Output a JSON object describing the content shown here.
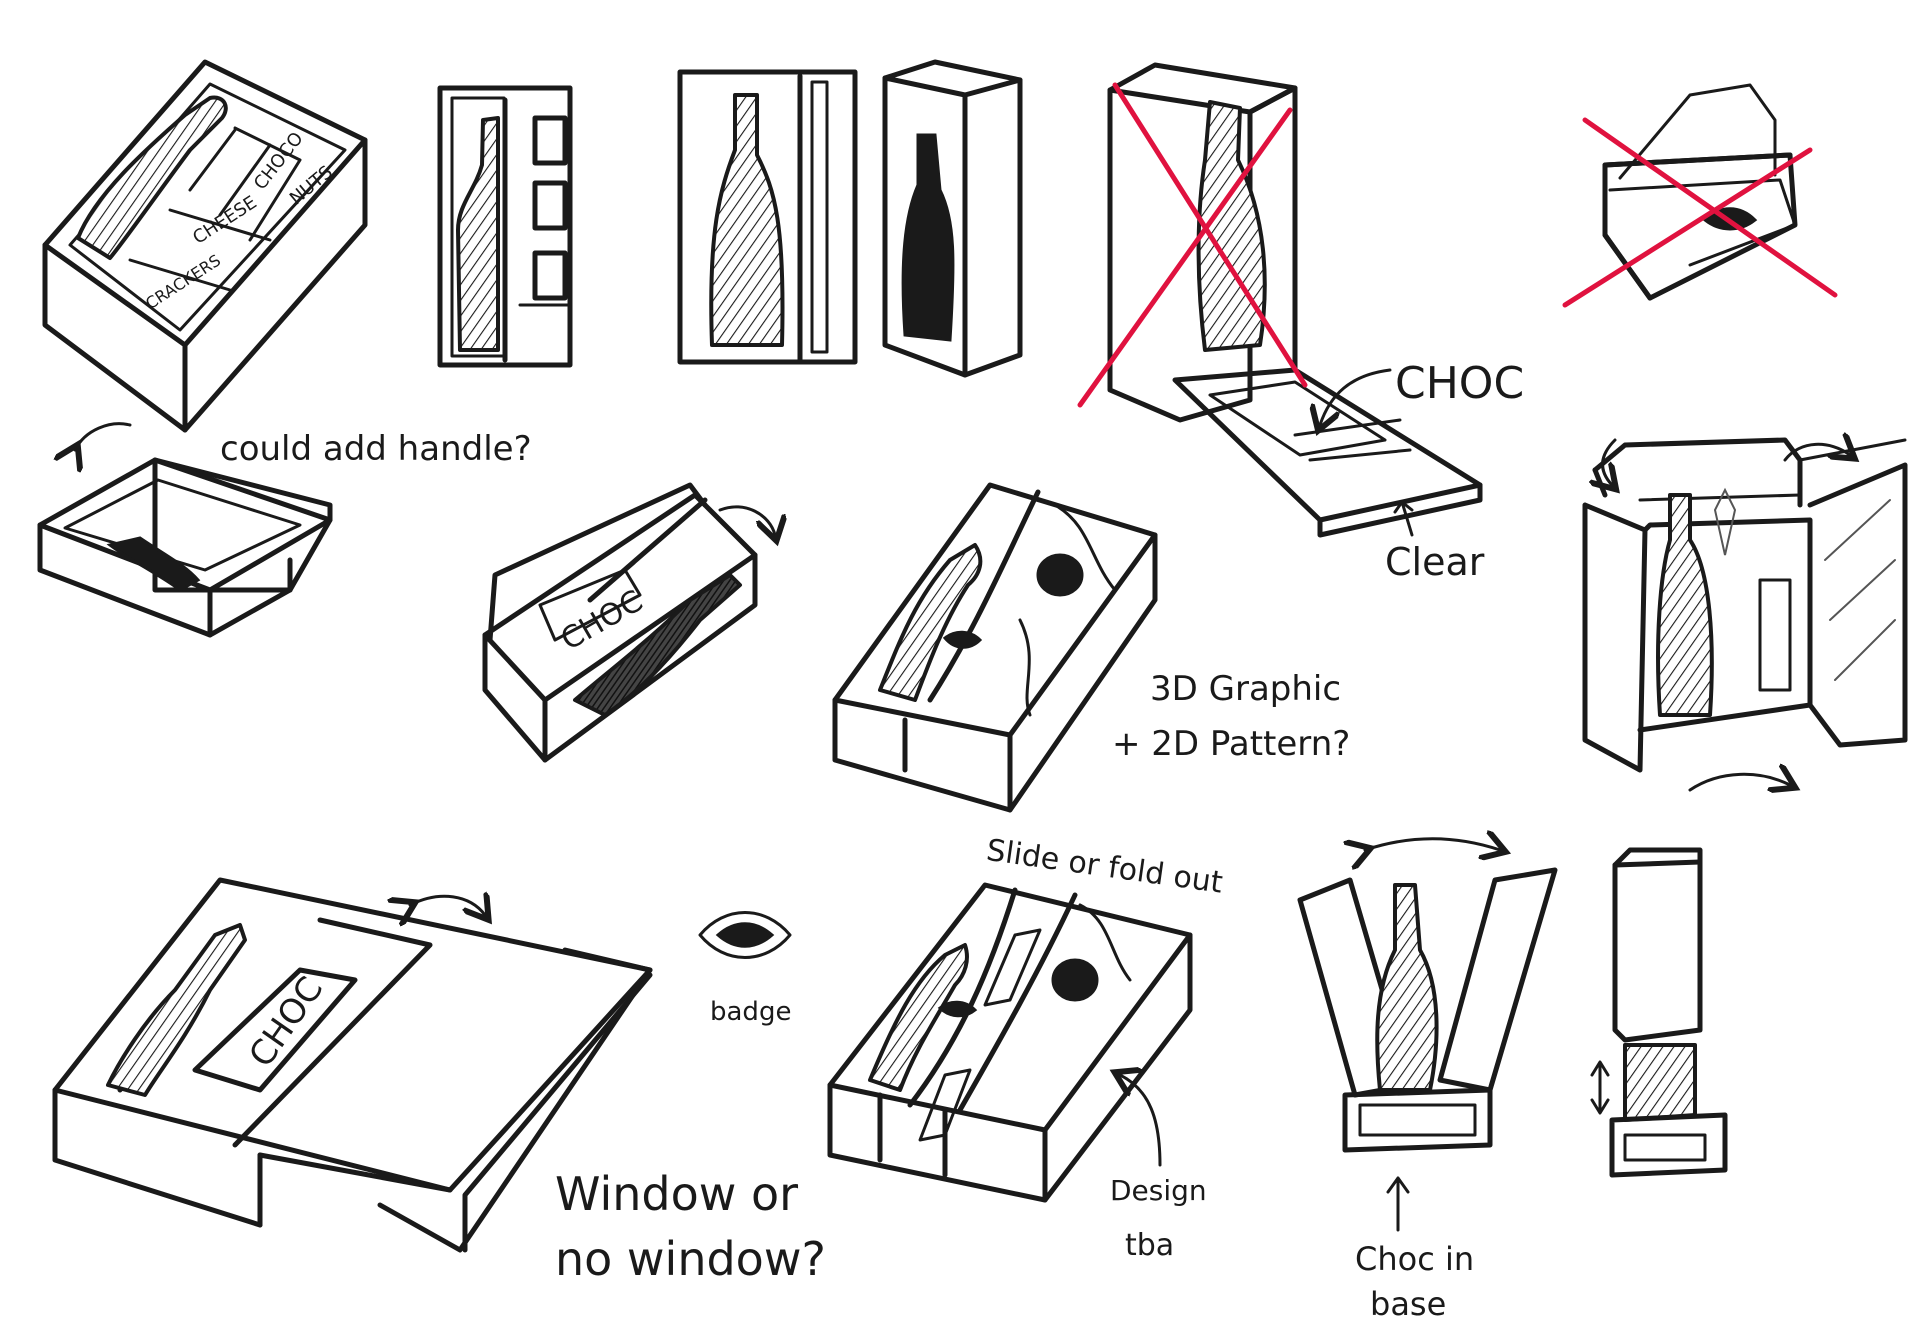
{
  "box_labels": {
    "crackers": "CRACKERS",
    "cheese": "CHEESE",
    "choco": "CHOCO",
    "nuts": "NUTS",
    "choc": "CHOC"
  },
  "notes": {
    "handle": "could add handle?",
    "choc_callout": "CHOC",
    "clear": "Clear",
    "graphic_line1": "3D Graphic",
    "graphic_line2": "+ 2D Pattern?",
    "slide": "Slide or fold out",
    "badge": "badge",
    "design_line1": "Design",
    "design_line2": "tba",
    "window_line1": "Window or",
    "window_line2": "no window?",
    "choc_base_line1": "Choc in",
    "choc_base_line2": "base"
  },
  "colors": {
    "ink": "#1a1a1a",
    "rejected_mark": "#e0123f"
  }
}
